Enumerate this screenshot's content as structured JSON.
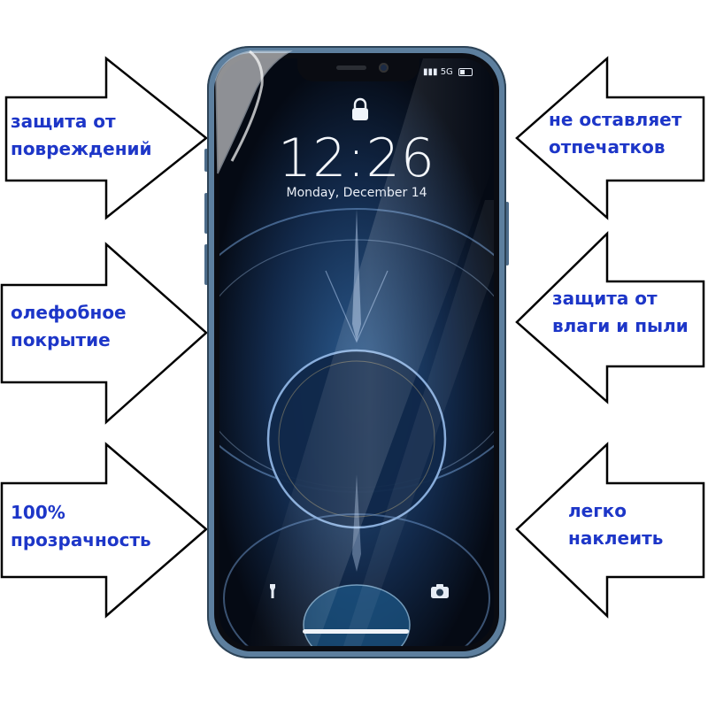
{
  "features": {
    "top_left": [
      "защита от",
      "повреждений"
    ],
    "middle_left": [
      "олефобное",
      "покрытие"
    ],
    "bottom_left": [
      "100%",
      "прозрачность"
    ],
    "top_right": [
      "не оставляет",
      "отпечатков"
    ],
    "middle_right": [
      "защита от",
      "влаги и пыли"
    ],
    "bottom_right": [
      "легко",
      "наклеить"
    ]
  },
  "phone": {
    "time": "12:26",
    "date": "Monday, December 14",
    "network": "5G"
  },
  "colors": {
    "label_text": "#1d36c8",
    "arrow_stroke": "#000000",
    "arrow_fill": "#ffffff",
    "phone_frame": "#5d7f9e"
  }
}
